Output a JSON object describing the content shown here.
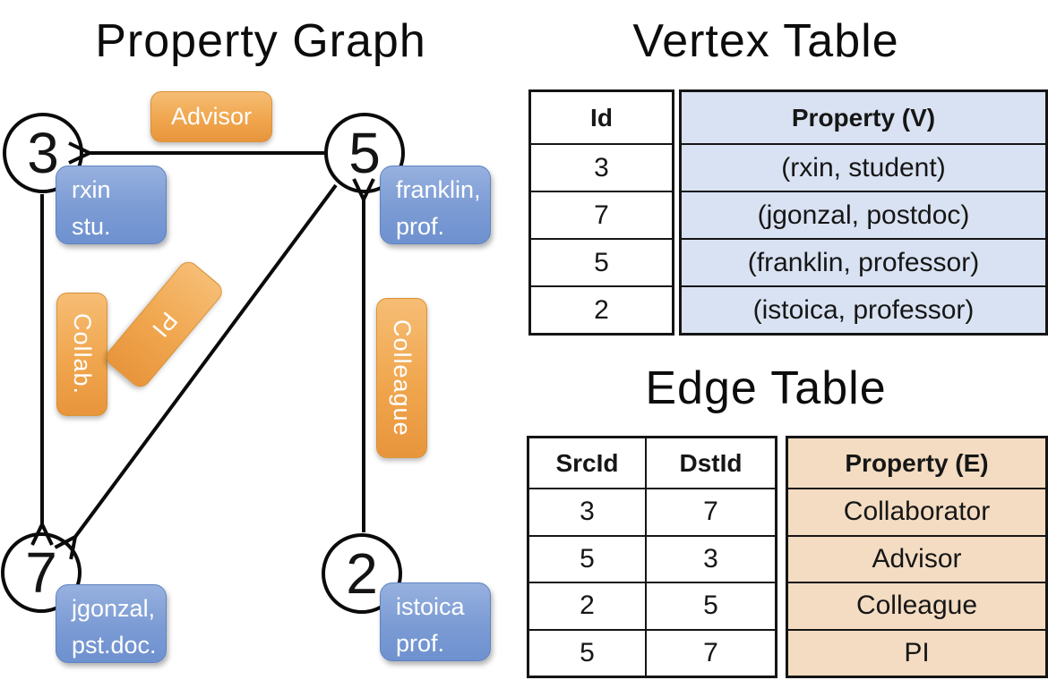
{
  "graph": {
    "title": "Property Graph",
    "nodes": [
      {
        "id": "3",
        "line1": "rxin",
        "line2": "stu."
      },
      {
        "id": "5",
        "line1": "franklin,",
        "line2": "prof."
      },
      {
        "id": "7",
        "line1": "jgonzal,",
        "line2": "pst.doc."
      },
      {
        "id": "2",
        "line1": "istoica",
        "line2": "prof."
      }
    ],
    "edge_labels": {
      "advisor": "Advisor",
      "collab": "Collab.",
      "pi": "PI",
      "colleague": "Colleague"
    }
  },
  "vertex_table": {
    "title": "Vertex Table",
    "columns": [
      "Id",
      "Property (V)"
    ],
    "rows": [
      [
        "3",
        "(rxin, student)"
      ],
      [
        "7",
        "(jgonzal, postdoc)"
      ],
      [
        "5",
        "(franklin, professor)"
      ],
      [
        "2",
        "(istoica, professor)"
      ]
    ]
  },
  "edge_table": {
    "title": "Edge Table",
    "columns": [
      "SrcId",
      "DstId",
      "Property (E)"
    ],
    "rows": [
      [
        "3",
        "7",
        "Collaborator"
      ],
      [
        "5",
        "3",
        "Advisor"
      ],
      [
        "2",
        "5",
        "Colleague"
      ],
      [
        "5",
        "7",
        "PI"
      ]
    ]
  },
  "colors": {
    "edge_label_orange": "#F0A64E",
    "vertex_box_blue": "#7B9BD4",
    "vertex_table_fill": "#D9E2F2",
    "edge_table_fill": "#F3DCC2",
    "line_black": "#111111"
  }
}
